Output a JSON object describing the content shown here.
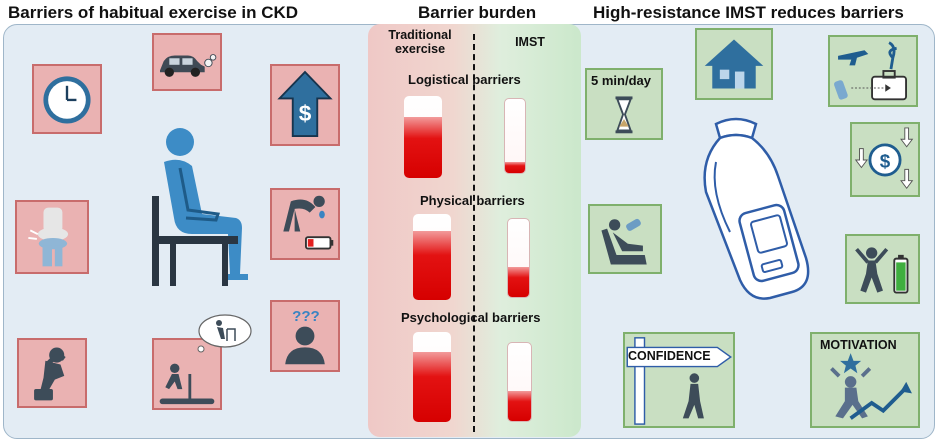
{
  "headings": {
    "left": "Barriers of habitual exercise in CKD",
    "center": "Barrier burden",
    "right": "High-resistance IMST reduces barriers"
  },
  "columns": {
    "traditional": "Traditional exercise",
    "imst": "IMST"
  },
  "barriers": [
    {
      "label": "Logistical barriers",
      "traditional_level": 0.75,
      "imst_level": 0.15
    },
    {
      "label": "Physical barriers",
      "traditional_level": 0.8,
      "imst_level": 0.38
    },
    {
      "label": "Psychological barriers",
      "traditional_level": 0.78,
      "imst_level": 0.38
    }
  ],
  "benefit_labels": {
    "time": "5 min/day",
    "confidence": "CONFIDENCE",
    "motivation": "MOTIVATION"
  },
  "colors": {
    "barrier_tile": "#eab2b2",
    "benefit_tile": "#c9dfc2",
    "icon_blue": "#2f6f9e",
    "figure_blue": "#3d8cc6",
    "bar_red": "#d60000"
  },
  "icons": {
    "left": [
      "clock-icon",
      "car-icon",
      "money-up-icon",
      "knee-joint-icon",
      "fatigue-battery-icon",
      "stressed-person-icon",
      "treadmill-thought-icon",
      "confused-person-icon",
      "seated-person-icon"
    ],
    "right": [
      "hourglass-icon",
      "house-icon",
      "travel-icon",
      "money-down-icon",
      "relaxing-chair-icon",
      "imst-device-icon",
      "energetic-battery-icon",
      "confidence-sign-icon",
      "motivation-icon"
    ]
  }
}
